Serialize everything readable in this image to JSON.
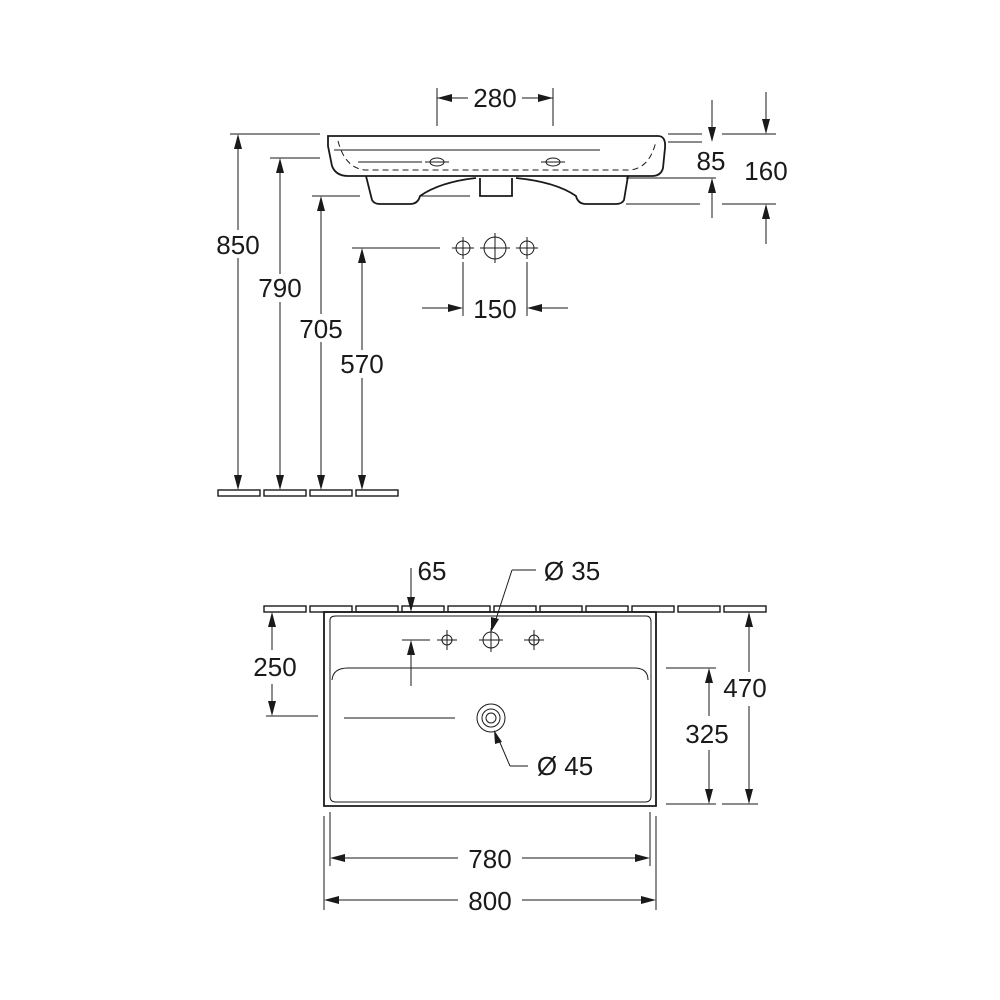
{
  "side_view": {
    "dims": {
      "top_holes_spacing": "280",
      "rim_height": "85",
      "total_height": "160",
      "height_850": "850",
      "height_790": "790",
      "height_705": "705",
      "height_570": "570",
      "tap_spacing": "150"
    }
  },
  "top_view": {
    "dims": {
      "offset_65": "65",
      "tap_hole_diameter": "Ø 35",
      "depth_250": "250",
      "waste_diameter": "Ø 45",
      "depth_470": "470",
      "depth_325": "325",
      "inner_width": "780",
      "outer_width": "800"
    }
  }
}
